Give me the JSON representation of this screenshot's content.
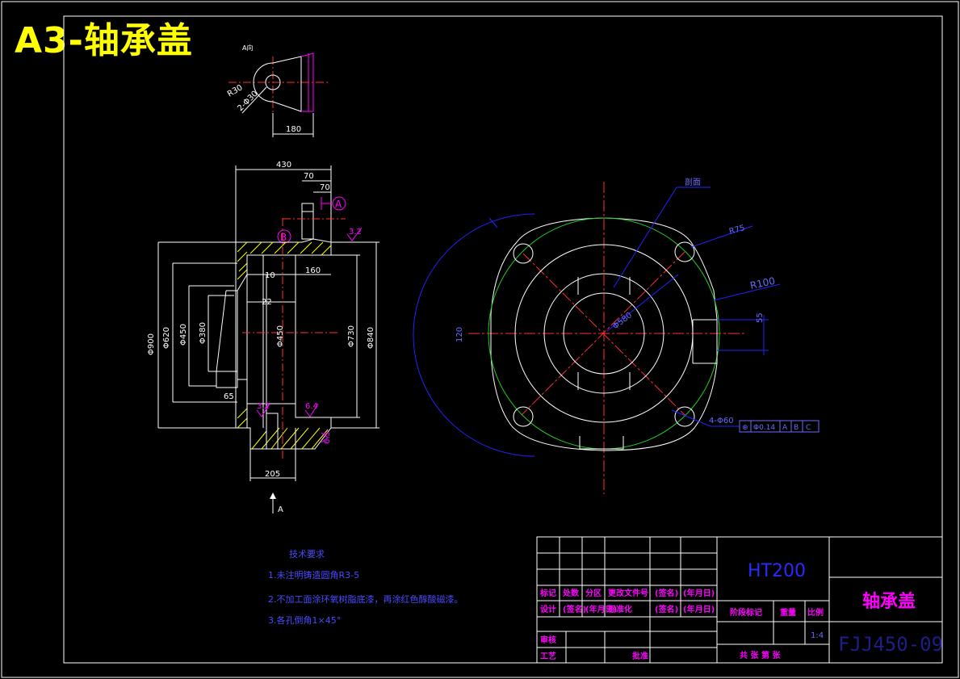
{
  "title": "A3-轴承盖",
  "view_label_a": "A向",
  "section_markers": {
    "a": "A",
    "b": "B"
  },
  "arrow_label": "A",
  "dimensions": {
    "top_r": "R30",
    "top_hole": "2-Φ30",
    "top_width": "180",
    "overall_length": "430",
    "d70a": "70",
    "d70b": "70",
    "d10": "10",
    "d22": "22",
    "d160": "160",
    "d65": "65",
    "d205": "205",
    "dia_900": "Φ900",
    "dia_620": "Φ620",
    "dia_450": "Φ450",
    "dia_380": "Φ380",
    "dia_450b": "Φ450",
    "dia_730": "Φ730",
    "dia_840": "Φ840",
    "rough_32a": "3.2",
    "rough_32b": "3.2",
    "rough_64": "6.4",
    "rough_63": "6.3",
    "r75": "R75",
    "r100": "R100",
    "dia_580": "Φ580",
    "d55": "55",
    "d120": "120",
    "four_holes": "4-Φ60",
    "tolerance": [
      "⊕",
      "Φ0.14",
      "A",
      "B",
      "C"
    ],
    "section_label": "剖面"
  },
  "notes": {
    "heading": "技术要求",
    "items": [
      "1.未注明铸造圆角R3-5",
      "2.不加工面涂环氧树脂底漆，再涂红色醇酸磁漆。",
      "3.各孔倒角1×45°"
    ]
  },
  "title_block": {
    "material": "HT200",
    "part_name": "轴承盖",
    "drawing_no": "FJJ450-09",
    "labels_row1": [
      "标记",
      "处数",
      "分区",
      "更改文件号",
      "(签名)",
      "(年月日)"
    ],
    "labels_row2": [
      "设计",
      "(签名)",
      "(年月日)",
      "标准化",
      "(签名)",
      "(年月日)"
    ],
    "stage_labels": [
      "阶段标记",
      "重量",
      "比例"
    ],
    "scale": "1:4",
    "review": "审核",
    "process": "工艺",
    "approve": "批准",
    "sheet_info": "共  张  第  张"
  }
}
